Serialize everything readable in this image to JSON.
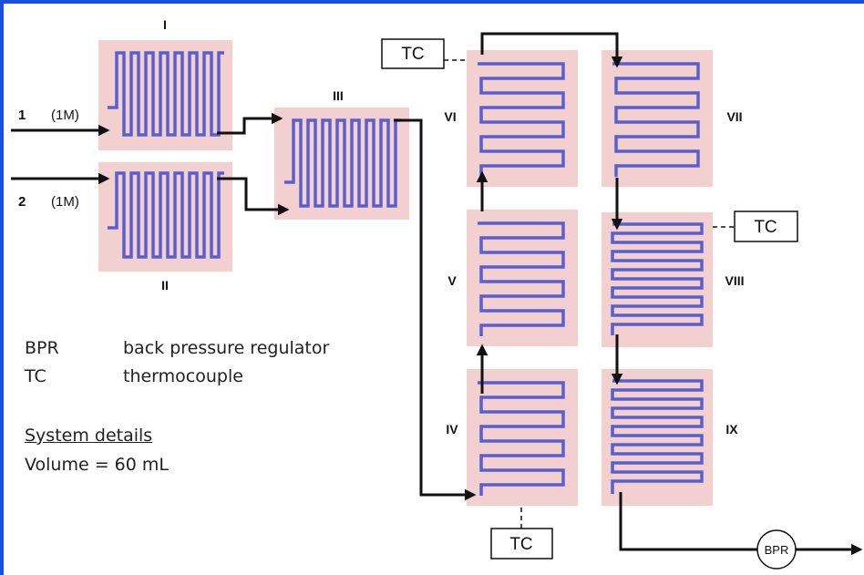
{
  "inputs": [
    {
      "number": "1",
      "concentration": "(1M)"
    },
    {
      "number": "2",
      "concentration": "(1M)"
    }
  ],
  "reactor_labels": [
    "I",
    "II",
    "III",
    "IV",
    "V",
    "VI",
    "VII",
    "VIII",
    "IX"
  ],
  "thermocouple_label": "TC",
  "bpr_label": "BPR",
  "legend": {
    "items": [
      {
        "abbr": "BPR",
        "meaning": "back pressure regulator"
      },
      {
        "abbr": "TC",
        "meaning": "thermocouple"
      }
    ],
    "details_heading": "System details",
    "volume": "Volume = 60 mL"
  },
  "colors": {
    "frame": "#1a4fe0",
    "chip": "#f1d0cf",
    "channel": "#5a5fcf",
    "arrow": "#111111"
  }
}
